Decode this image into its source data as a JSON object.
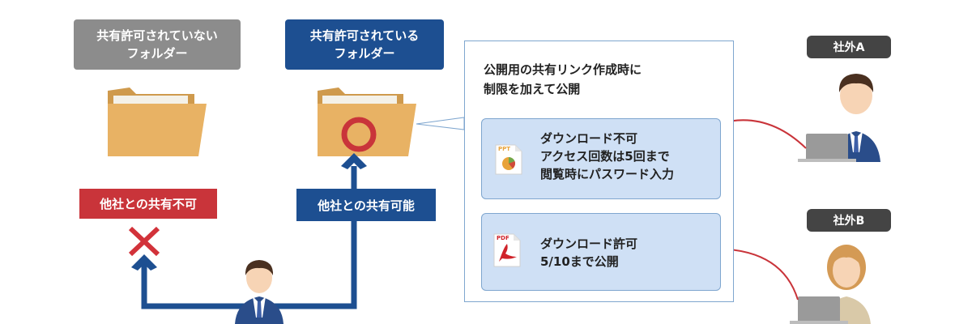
{
  "folder_unshared": {
    "line1": "共有許可されていない",
    "line2": "フォルダー"
  },
  "folder_shared": {
    "line1": "共有許可されている",
    "line2": "フォルダー"
  },
  "share_denied_label": "他社との共有不可",
  "share_allowed_label": "他社との共有可能",
  "callout": {
    "title_line1": "公開用の共有リンク作成時に",
    "title_line2": "制限を加えて公開",
    "card_ppt": {
      "icon_text": "PPT",
      "line1": "ダウンロード不可",
      "line2": "アクセス回数は5回まで",
      "line3": "閲覧時にパスワード入力"
    },
    "card_pdf": {
      "icon_text": "PDF",
      "line1": "ダウンロード許可",
      "line2": "5/10まで公開"
    }
  },
  "external_a": "社外A",
  "external_b": "社外B",
  "colors": {
    "blue": "#1d4f91",
    "red": "#c9343a",
    "gray_label": "#8c8c8c",
    "folder": "#e8b264",
    "card_bg": "#cfe0f5"
  }
}
